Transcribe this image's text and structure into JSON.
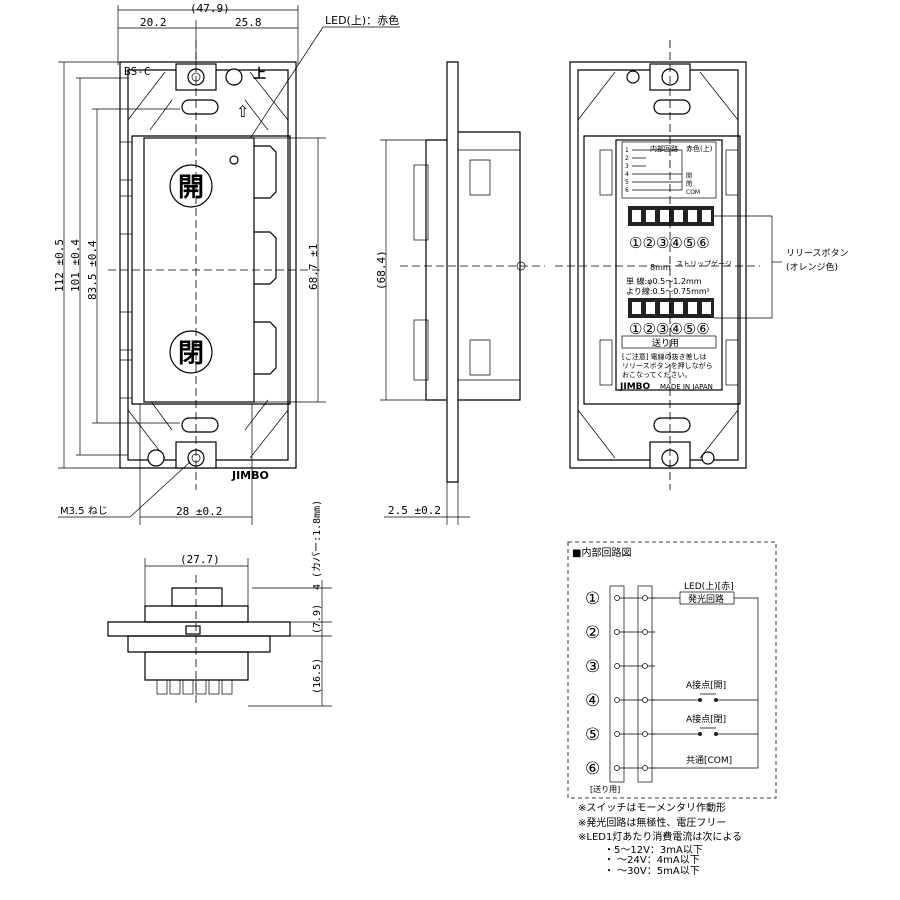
{
  "front": {
    "dim_top": "(47.9)",
    "dim_left": "20.2",
    "dim_right": "25.8",
    "led_label": "LED(上)：赤色",
    "model": "BS-C",
    "up_mark": "上",
    "arrow": "⇧",
    "button_top": "開",
    "button_bottom": "閉",
    "h1": "112 ±0.5",
    "h2": "101 ±0.4",
    "h3": "83.5 ±0.4",
    "h4": "68.7 ±1",
    "brand": "JIMBO",
    "screw": "M3.5 ねじ",
    "width_bottom": "28 ±0.2"
  },
  "side": {
    "height": "(68.4)",
    "thickness": "2.5 ±0.2"
  },
  "back": {
    "panel_title": "内部回路",
    "led_red": "赤色(上)",
    "label_open": "開",
    "label_close": "閉",
    "label_com": "COM",
    "row_nums": [
      "1",
      "2",
      "3",
      "4",
      "5",
      "6"
    ],
    "terminals": "①②③④⑤⑥",
    "strip_mm": "8mm",
    "strip_label": "ストリップゲージ",
    "wire_single": "単 線:φ0.5～1.2mm",
    "wire_stranded": "より線:0.5～0.75mm²",
    "send_label": "送り用",
    "caution_1": "[ご注意] 電線の抜き差しは",
    "caution_2": "リリースボタンを押しながら",
    "caution_3": "おこなってください。",
    "brand": "JIMBO",
    "made_in": "MADE IN JAPAN",
    "release_1": "リリースボタン",
    "release_2": "(オレンジ色)"
  },
  "bottom": {
    "width": "(27.7)",
    "d1": "4 (カバー:1.8mm)",
    "d2": "(7.9)",
    "d3": "(16.5)"
  },
  "circuit": {
    "title": "■内部回路図",
    "led_label": "LED(上)[赤]",
    "led_box": "発光回路",
    "terminals": [
      "①",
      "②",
      "③",
      "④",
      "⑤",
      "⑥"
    ],
    "contact_4": "A接点[開]",
    "contact_5": "A接点[閉]",
    "common": "共通[COM]",
    "send": "[送り用]"
  },
  "notes": {
    "n1": "※スイッチはモーメンタリ作動形",
    "n2": "※発光回路は無極性、電圧フリー",
    "n3": "※LED1灯あたり消費電流は次による",
    "n3a": "・5～12V：3mA以下",
    "n3b": "・ ～24V：4mA以下",
    "n3c": "・ ～30V：5mA以下"
  }
}
